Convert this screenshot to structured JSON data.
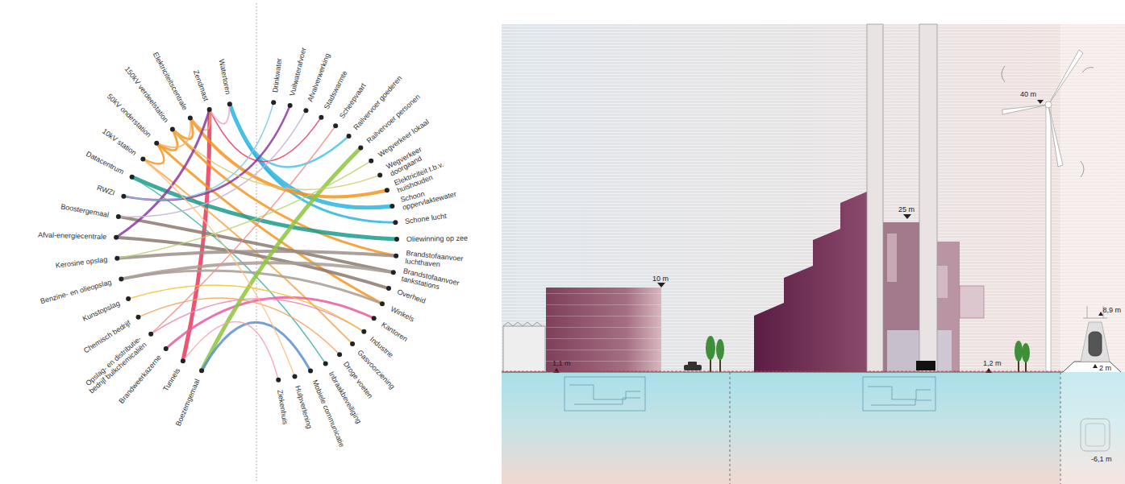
{
  "diagram": {
    "labels": [
      "Watertoren",
      "Zendmast",
      "Elektriciteitscentrale",
      "150kV verdeelstation",
      "50kV onderstation",
      "10kV station",
      "Datacentrum",
      "RWZI",
      "Boostergemaal",
      "Afval-energiecentrale",
      "Kerosine opslag",
      "Benzine- en olieopslag",
      "Kunstopslag",
      "Chemisch bedrijf",
      "Opslag- en distributie-bedrijf bulkchemicaliën",
      "Brandweerkazerne",
      "Tunnels",
      "Boezemgemaal",
      "Drinkwater",
      "Vuilwaterafvoer",
      "Afvalverwerking",
      "Stadswarmte",
      "Scheepvaart",
      "Railvervoer goederen",
      "Railvervoer personen",
      "Wegverkeer lokaal",
      "Wegverkeer doorgaand",
      "Elektriciteit t.b.v. huishouden",
      "Schoon oppervlaktewater",
      "Schone lucht",
      "Oliewinning op zee",
      "Brandstofaanvoer luchthaven",
      "Brandstofaanvoer tankstations",
      "Overheid",
      "Winkels",
      "Kantoren",
      "Industrie",
      "Gasvoorziening",
      "Droge voeten",
      "Inbraakbeveiliging",
      "Mobiele communicatie",
      "Hulpverlening",
      "Ziekenhuis",
      "10 m",
      "25 m",
      "40 m",
      "1,1 m",
      "1,2 m",
      "8,9 m",
      "2 m",
      "-6,1 m"
    ]
  }
}
